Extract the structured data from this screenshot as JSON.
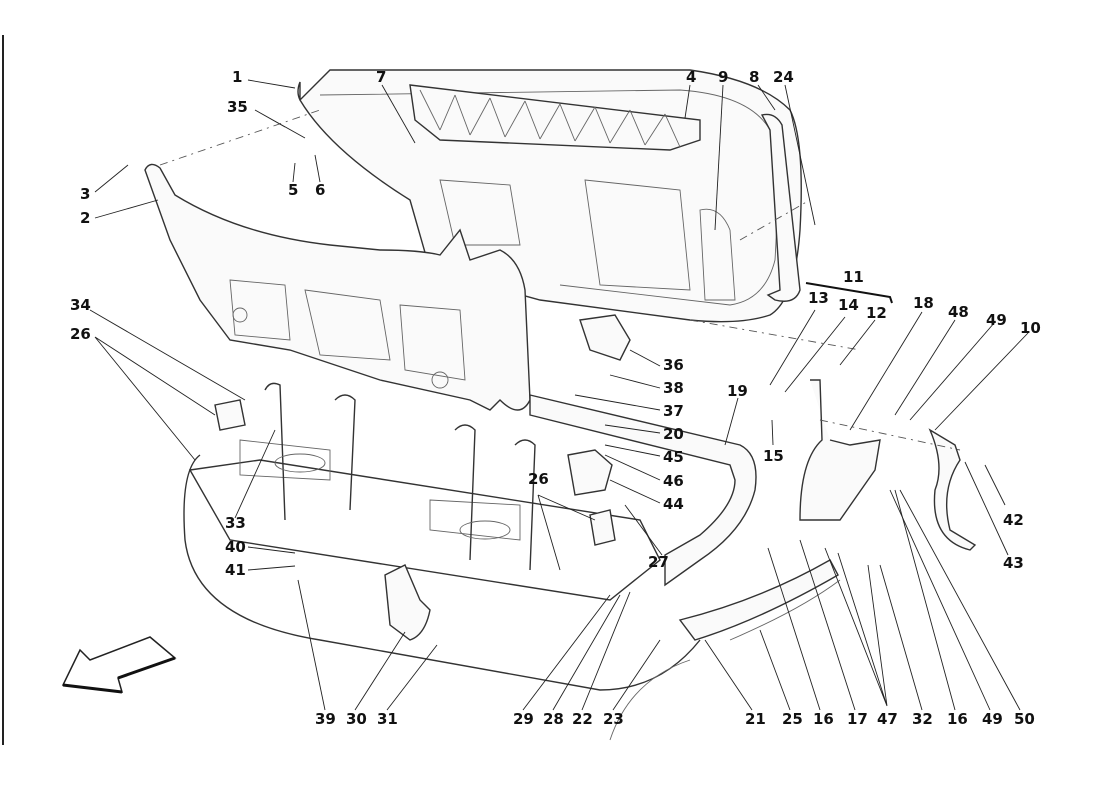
{
  "diagram": {
    "type": "exploded-parts-diagram",
    "subject": "Soft-top compartment lid assembly with hinges, actuators and cables",
    "direction_arrow": "front-of-vehicle-arrow",
    "callouts": [
      {
        "id": "c1",
        "label": "1"
      },
      {
        "id": "c35",
        "label": "35"
      },
      {
        "id": "c7",
        "label": "7"
      },
      {
        "id": "c4",
        "label": "4"
      },
      {
        "id": "c9",
        "label": "9"
      },
      {
        "id": "c8",
        "label": "8"
      },
      {
        "id": "c24",
        "label": "24"
      },
      {
        "id": "c3",
        "label": "3"
      },
      {
        "id": "c2",
        "label": "2"
      },
      {
        "id": "c5",
        "label": "5"
      },
      {
        "id": "c6",
        "label": "6"
      },
      {
        "id": "c11",
        "label": "11"
      },
      {
        "id": "c13",
        "label": "13"
      },
      {
        "id": "c14",
        "label": "14"
      },
      {
        "id": "c12",
        "label": "12"
      },
      {
        "id": "c18",
        "label": "18"
      },
      {
        "id": "c48",
        "label": "48"
      },
      {
        "id": "c49a",
        "label": "49"
      },
      {
        "id": "c10",
        "label": "10"
      },
      {
        "id": "c34",
        "label": "34"
      },
      {
        "id": "c26a",
        "label": "26"
      },
      {
        "id": "c36",
        "label": "36"
      },
      {
        "id": "c38",
        "label": "38"
      },
      {
        "id": "c37",
        "label": "37"
      },
      {
        "id": "c19",
        "label": "19"
      },
      {
        "id": "c20",
        "label": "20"
      },
      {
        "id": "c15",
        "label": "15"
      },
      {
        "id": "c45",
        "label": "45"
      },
      {
        "id": "c46",
        "label": "46"
      },
      {
        "id": "c44",
        "label": "44"
      },
      {
        "id": "c26b",
        "label": "26"
      },
      {
        "id": "c27",
        "label": "27"
      },
      {
        "id": "c42",
        "label": "42"
      },
      {
        "id": "c43",
        "label": "43"
      },
      {
        "id": "c33",
        "label": "33"
      },
      {
        "id": "c40",
        "label": "40"
      },
      {
        "id": "c41",
        "label": "41"
      },
      {
        "id": "c39",
        "label": "39"
      },
      {
        "id": "c30",
        "label": "30"
      },
      {
        "id": "c31",
        "label": "31"
      },
      {
        "id": "c29",
        "label": "29"
      },
      {
        "id": "c28",
        "label": "28"
      },
      {
        "id": "c22",
        "label": "22"
      },
      {
        "id": "c23",
        "label": "23"
      },
      {
        "id": "c21",
        "label": "21"
      },
      {
        "id": "c25",
        "label": "25"
      },
      {
        "id": "c16a",
        "label": "16"
      },
      {
        "id": "c17",
        "label": "17"
      },
      {
        "id": "c47",
        "label": "47"
      },
      {
        "id": "c32",
        "label": "32"
      },
      {
        "id": "c16b",
        "label": "16"
      },
      {
        "id": "c49b",
        "label": "49"
      },
      {
        "id": "c50",
        "label": "50"
      }
    ]
  }
}
